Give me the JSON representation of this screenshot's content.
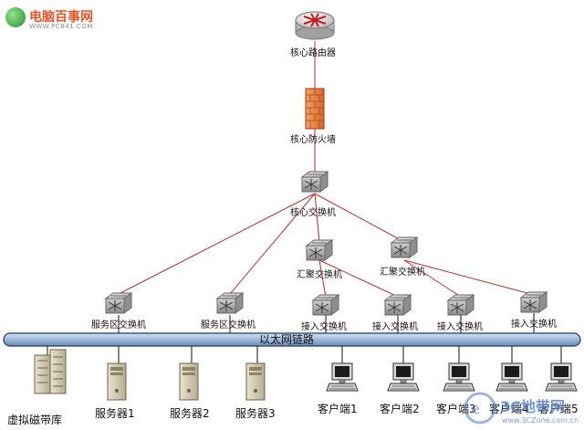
{
  "watermark_top": {
    "title": "电脑百事网",
    "url": "WWW.PC841.COM"
  },
  "watermark_bottom": {
    "title": "3C地带网",
    "url": "www.3CZone.com.cn"
  },
  "nodes": {
    "core_router": "核心路由器",
    "core_firewall": "核心防火墙",
    "core_switch": "核心交换机",
    "agg_switch_1": "汇聚交换机",
    "agg_switch_2": "汇聚交换机",
    "server_switch_1": "服务区交换机",
    "server_switch_2": "服务区交换机",
    "access_switch_1": "接入交换机",
    "access_switch_2": "接入交换机",
    "access_switch_3": "接入交换机",
    "access_switch_4": "接入交换机"
  },
  "backbone": "以太网链路",
  "devices": {
    "tape_library": "虚拟磁带库",
    "server_1": "服务器1",
    "server_2": "服务器2",
    "server_3": "服务器3",
    "client_1": "客户端1",
    "client_2": "客户端2",
    "client_3": "客户端3",
    "client_4": "客户端4",
    "client_5": "客户端5"
  },
  "colors": {
    "link": "#b03030",
    "backbone_fill": "#9db8d8",
    "backbone_stroke": "#1e3a6a"
  }
}
